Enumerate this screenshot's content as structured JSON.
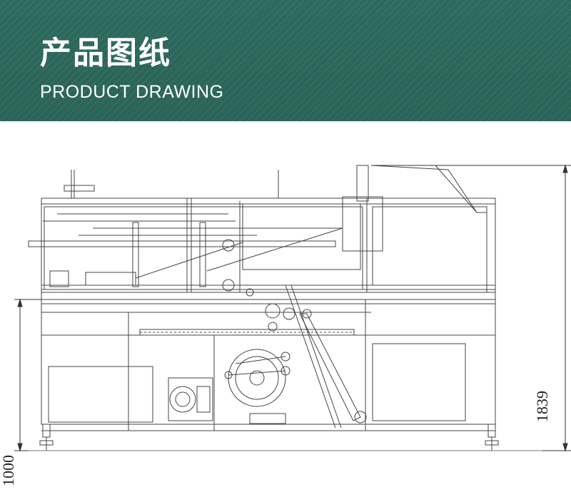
{
  "header": {
    "title_cn": "产品图纸",
    "title_en": "PRODUCT DRAWING"
  },
  "drawing": {
    "dimension_height_total": "1839",
    "dimension_height_table": "1000"
  },
  "colors": {
    "banner": "#2f6e62",
    "line": "#444444"
  }
}
